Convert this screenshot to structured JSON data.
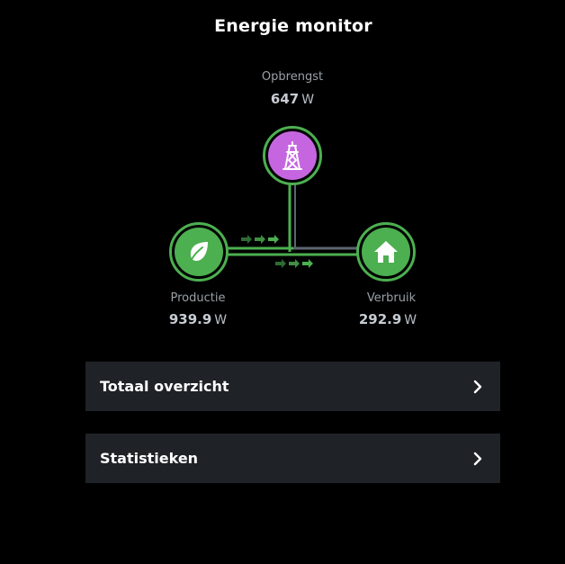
{
  "page": {
    "title": "Energie monitor"
  },
  "grid_node": {
    "label": "Opbrengst",
    "value": "647",
    "unit": "W",
    "icon": "power-tower-icon",
    "color": "#c566e0"
  },
  "production_node": {
    "label": "Productie",
    "value": "939.9",
    "unit": "W",
    "icon": "leaf-icon",
    "color": "#4caf50"
  },
  "consumption_node": {
    "label": "Verbruik",
    "value": "292.9",
    "unit": "W",
    "icon": "house-icon",
    "color": "#4caf50"
  },
  "colors": {
    "background": "#000000",
    "ring": "#4caf50",
    "card": "#1f2327",
    "flow_line": "#4caf50",
    "idle_line": "#5c6670"
  },
  "menu": [
    {
      "label": "Totaal overzicht",
      "icon": "chevron-right-icon"
    },
    {
      "label": "Statistieken",
      "icon": "chevron-right-icon"
    }
  ]
}
